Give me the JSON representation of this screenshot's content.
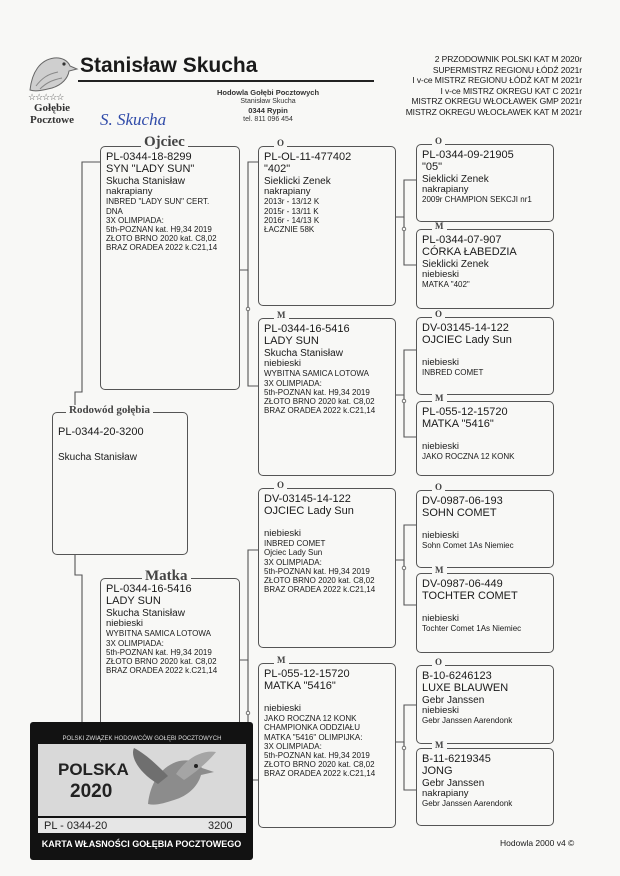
{
  "header": {
    "owner": "Stanisław Skucha",
    "logo_line1": "Gołębie",
    "logo_line2": "Pocztowe",
    "logo_stars": "☆☆☆☆☆",
    "stamp": {
      "line1": "Hodowla Gołębi Pocztowych",
      "line2": "Stanisław Skucha",
      "line3": "0344 Rypin",
      "line4": "tel. 811 096 454"
    },
    "signature": "S. Skucha",
    "titles": [
      "2 PRZODOWNIK POLSKI KAT M 2020r",
      "SUPERMISTRZ REGIONU ŁÓDŹ 2021r",
      "I v-ce MISTRZ REGIONU ŁÓDŹ KAT M 2021r",
      "I v-ce MISTRZ OKREGU  KAT C 2021r",
      "MISTRZ OKREGU WŁOCŁAWEK GMP 2021r",
      "MISTRZ OKREGU WŁOCŁAWEK KAT M 2021r"
    ]
  },
  "labels": {
    "father": "Ojciec",
    "mother": "Matka",
    "pedigree": "Rodowód gołębia",
    "o": "O",
    "m": "M"
  },
  "subject": {
    "ring": "PL-0344-20-3200",
    "owner": "Skucha Stanisław"
  },
  "father": {
    "ring": "PL-0344-18-8299",
    "name": "SYN \"LADY SUN\"",
    "owner": "Skucha Stanisław",
    "color": "nakrapiany",
    "notes": [
      "INBRED \"LADY SUN\" CERT.",
      "DNA",
      "3X OLIMPIADA:",
      "5th-POZNAN kat. H9,34 2019",
      "ZŁOTO BRNO 2020 kat. C8,02",
      "BRAZ ORADEA 2022 k.C21,14"
    ]
  },
  "mother": {
    "ring": "PL-0344-16-5416",
    "name": "LADY SUN",
    "owner": "Skucha Stanisław",
    "color": "niebieski",
    "notes": [
      "WYBITNA SAMICA LOTOWA",
      "3X OLIMPIADA:",
      "5th-POZNAN kat. H9,34 2019",
      "ZŁOTO BRNO 2020 kat. C8,02",
      "BRAZ ORADEA 2022 k.C21,14"
    ]
  },
  "ff": {
    "ring": "PL-OL-11-477402",
    "name": "\"402\"",
    "owner": "Sieklicki Zenek",
    "color": "nakrapiany",
    "notes": [
      "2013r - 13/12 K",
      "2015r - 13/11 K",
      "2016r - 14/13 K",
      "ŁACZNIE 58K"
    ]
  },
  "fm": {
    "ring": "PL-0344-16-5416",
    "name": "LADY SUN",
    "owner": "Skucha Stanisław",
    "color": "niebieski",
    "notes": [
      "WYBITNA SAMICA LOTOWA",
      "3X OLIMPIADA:",
      "5th-POZNAN kat. H9,34 2019",
      "ZŁOTO BRNO 2020 kat. C8,02",
      "BRAZ ORADEA 2022 k.C21,14"
    ]
  },
  "mf": {
    "ring": "DV-03145-14-122",
    "name": "OJCIEC Lady Sun",
    "color": "niebieski",
    "notes": [
      "INBRED COMET",
      "Ojciec Lady Sun",
      "3X OLIMPIADA:",
      "5th-POZNAN kat. H9,34 2019",
      "ZŁOTO BRNO 2020 kat. C8,02",
      "BRAZ ORADEA 2022 k.C21,14"
    ]
  },
  "mm": {
    "ring": "PL-055-12-15720",
    "name": "MATKA \"5416\"",
    "color": "niebieski",
    "notes": [
      "JAKO ROCZNA 12 KONK",
      "CHAMPIONKA ODDZIAŁU",
      "MATKA \"5416\" OLIMPIJKA:",
      "3X OLIMPIADA:",
      "5th-POZNAN kat. H9,34 2019",
      "ZŁOTO BRNO 2020 kat. C8,02",
      "BRAZ ORADEA 2022 k.C21,14"
    ]
  },
  "fff": {
    "ring": "PL-0344-09-21905",
    "name": "\"05\"",
    "owner": "Sieklicki Zenek",
    "color": "nakrapiany",
    "note": "2009r CHAMPION SEKCJI nr1"
  },
  "ffm": {
    "ring": "PL-0344-07-907",
    "name": "CÓRKA ŁABEDZIA",
    "owner": "Sieklicki Zenek",
    "color": "niebieski",
    "note": "MATKA \"402\""
  },
  "fmf": {
    "ring": "DV-03145-14-122",
    "name": "OJCIEC Lady Sun",
    "color": "niebieski",
    "note": "INBRED COMET"
  },
  "fmm": {
    "ring": "PL-055-12-15720",
    "name": "MATKA \"5416\"",
    "color": "niebieski",
    "note": "JAKO ROCZNA 12 KONK"
  },
  "mff": {
    "ring": "DV-0987-06-193",
    "name": "SOHN COMET",
    "color": "niebieski",
    "note": "Sohn Comet 1As Niemiec"
  },
  "mfm": {
    "ring": "DV-0987-06-449",
    "name": "TOCHTER COMET",
    "color": "niebieski",
    "note": "Tochter Comet 1As Niemiec"
  },
  "mmf": {
    "ring": "B-10-6246123",
    "name": "LUXE BLAUWEN",
    "owner": "Gebr Janssen",
    "color": "niebieski",
    "note": "Gebr Janssen Aarendonk"
  },
  "mmm": {
    "ring": "B-11-6219345",
    "name": "JONG",
    "owner": "Gebr Janssen",
    "color": "nakrapiany",
    "note": "Gebr Janssen Aarendonk"
  },
  "card": {
    "top": "POLSKI ZWIĄZEK HODOWCÓW GOŁĘBI POCZTOWYCH",
    "country": "POLSKA",
    "year": "2020",
    "ring": "PL - 0344-20",
    "number": "3200",
    "footer": "KARTA WŁASNOŚCI GOŁĘBIA POCZTOWEGO"
  },
  "footer": "Hodowla 2000 v4 ©"
}
